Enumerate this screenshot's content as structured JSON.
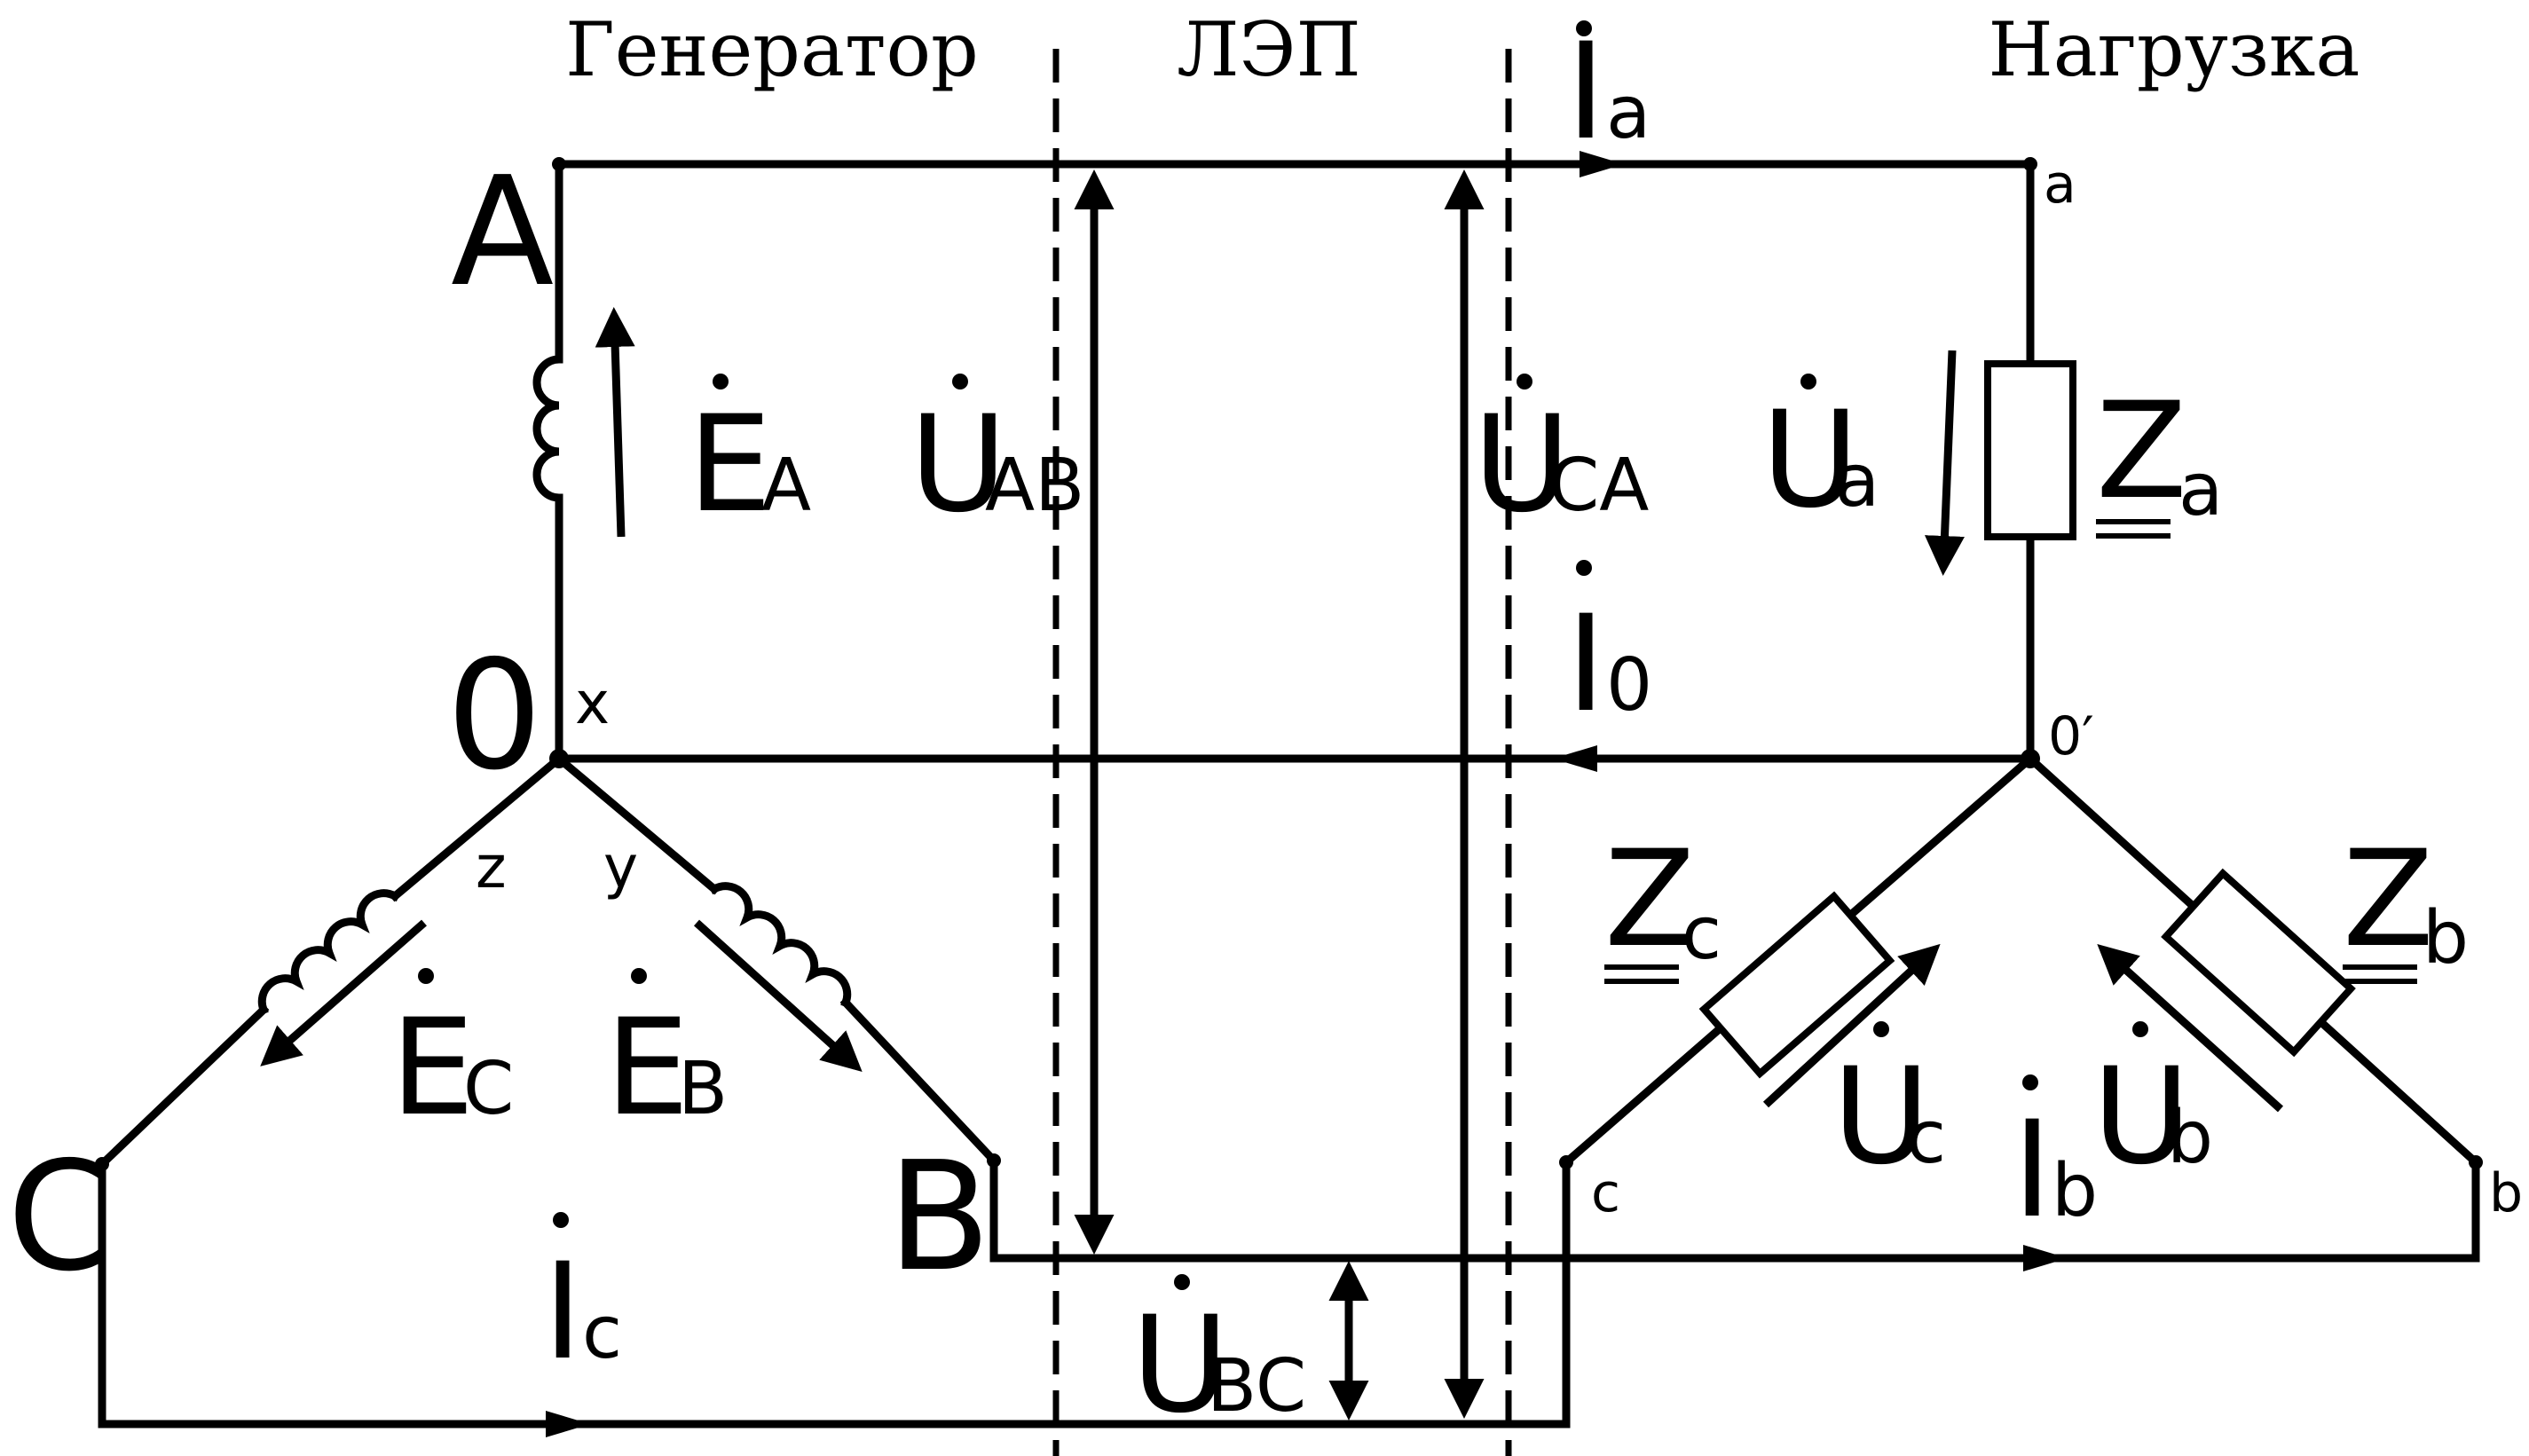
{
  "sections": {
    "generator": "Генератор",
    "line": "ЛЭП",
    "load": "Нагрузка"
  },
  "nodes": {
    "A": "A",
    "B": "B",
    "C": "C",
    "O": "0",
    "x": "x",
    "y": "y",
    "z": "z",
    "a": "a",
    "b": "b",
    "c": "c",
    "o_prime": "0′"
  },
  "emf": {
    "a": {
      "main": "E",
      "sub": "A"
    },
    "b": {
      "main": "E",
      "sub": "B"
    },
    "c": {
      "main": "E",
      "sub": "C"
    }
  },
  "line_voltages": {
    "ab": {
      "main": "U",
      "sub": "AB"
    },
    "bc": {
      "main": "U",
      "sub": "BC"
    },
    "ca": {
      "main": "U",
      "sub": "CA"
    }
  },
  "phase_voltages": {
    "a": {
      "main": "U",
      "sub": "a"
    },
    "b": {
      "main": "U",
      "sub": "b"
    },
    "c": {
      "main": "U",
      "sub": "c"
    }
  },
  "currents": {
    "a": {
      "main": "I",
      "sub": "a"
    },
    "b": {
      "main": "I",
      "sub": "b"
    },
    "c": {
      "main": "I",
      "sub": "c"
    },
    "zero": {
      "main": "I",
      "sub": "0"
    }
  },
  "impedances": {
    "a": {
      "main": "Z",
      "sub": "a"
    },
    "b": {
      "main": "Z",
      "sub": "b"
    },
    "c": {
      "main": "Z",
      "sub": "c"
    }
  }
}
